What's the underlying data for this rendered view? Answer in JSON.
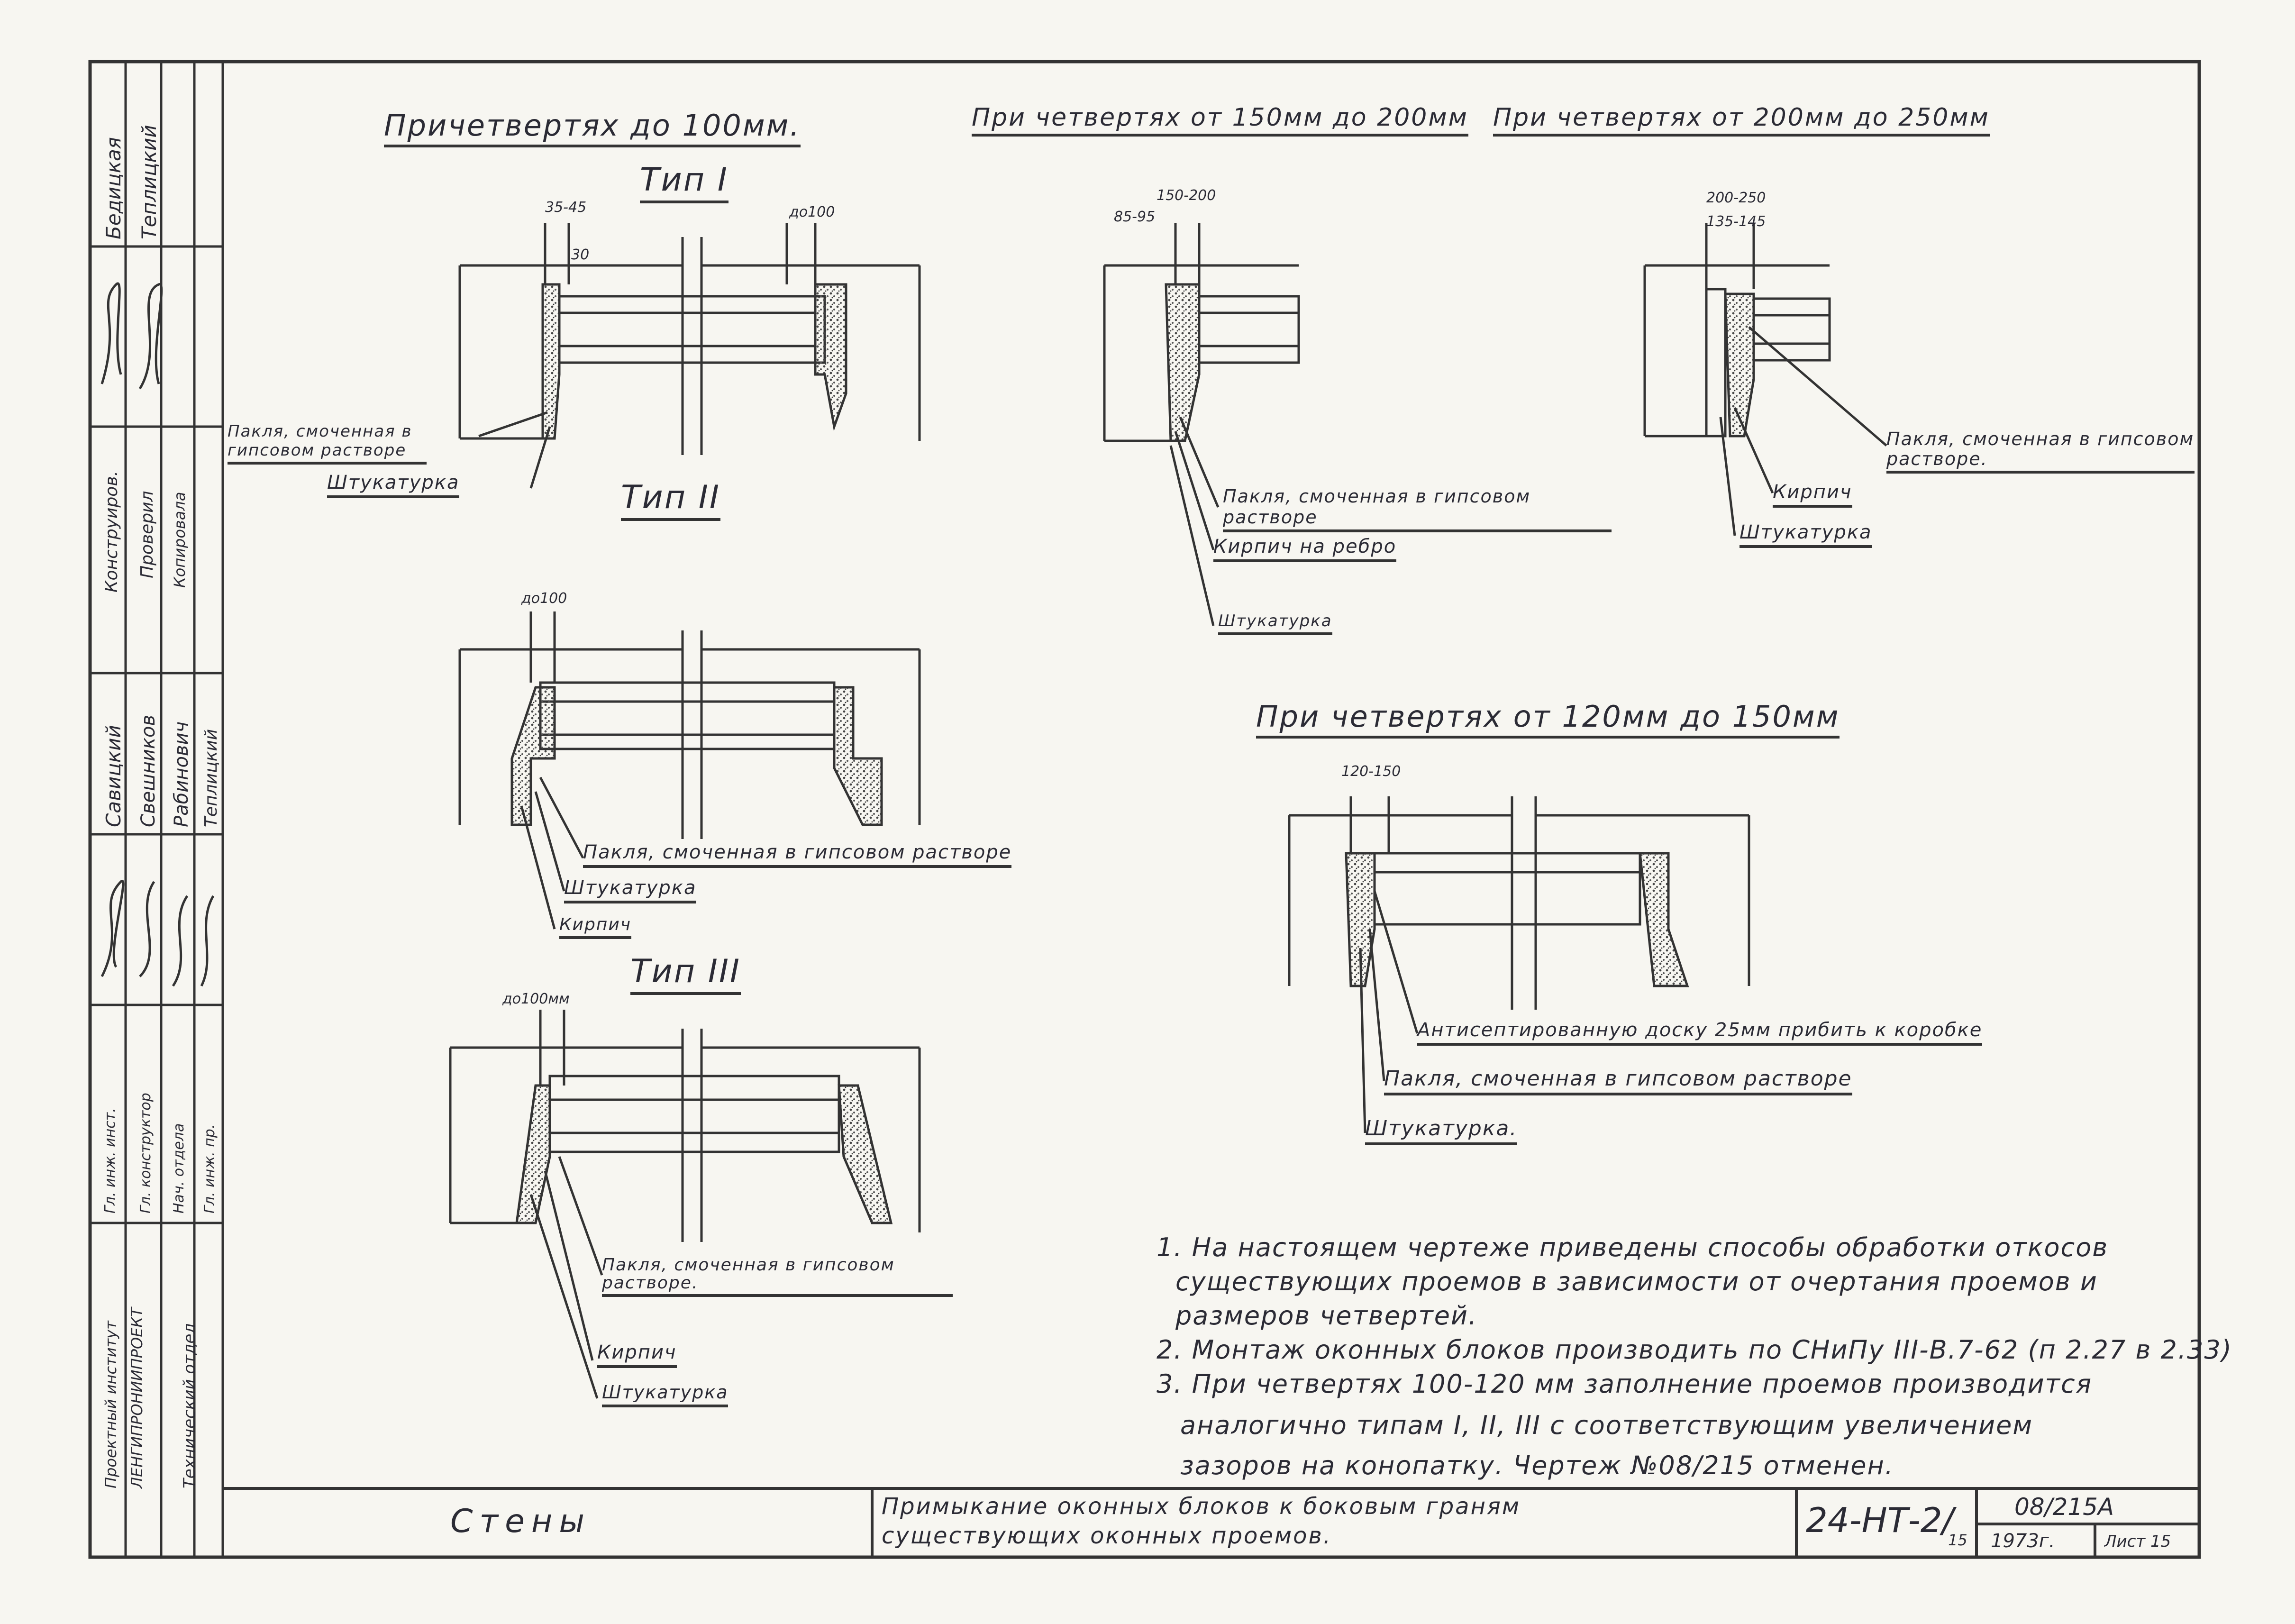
{
  "headings": {
    "h_100": "Причетвертях до 100мм.",
    "h_150_200": "При четвертях от 150мм до 200мм",
    "h_200_250": "При четвертях от 200мм до 250мм",
    "h_120_150": "При четвертях от 120мм до 150мм",
    "type1": "Тип I",
    "type2": "Тип II",
    "type3": "Тип III"
  },
  "dims": {
    "d_35_45": "35-45",
    "d_30": "30",
    "d_do100_a": "до100",
    "d_150_200": "150-200",
    "d_85_95": "85-95",
    "d_200_250": "200-250",
    "d_135_145": "135-145",
    "d_do100_b": "до100",
    "d_do100mm": "до100мм",
    "d_120_150": "120-150"
  },
  "labels": {
    "t1_paklya": "Пакля, смоченная в гипсовом растворе",
    "t1_shtuk": "Штукатурка",
    "a_paklya": "Пакля, смоченная в гипсовом растворе",
    "a_kirpich": "Кирпич на ребро",
    "a_shtuk": "Штукатурка",
    "b_paklya": "Пакля, смоченная в гипсовом растворе.",
    "b_kirpich": "Кирпич",
    "b_shtuk": "Штукатурка",
    "t2_paklya": "Пакля, смоченная в гипсовом растворе",
    "t2_shtuk": "Штукатурка",
    "t2_kirpich": "Кирпич",
    "c_doska": "Антисептированную доску 25мм прибить к коробке",
    "c_paklya": "Пакля, смоченная в гипсовом растворе",
    "c_shtuk": "Штукатурка.",
    "t3_paklya": "Пакля, смоченная в гипсовом растворе.",
    "t3_kirpich": "Кирпич",
    "t3_shtuk": "Штукатурка"
  },
  "notes": [
    "1. На настоящем чертеже приведены способы обработки откосов",
    "существующих проемов в зависимости от очертания проемов и",
    "размеров четвертей.",
    "2. Монтаж оконных блоков производить по СНиПу III-В.7-62 (п 2.27 в 2.33)",
    "3. При четвертях 100-120 мм заполнение проемов производится",
    "аналогично типам I, II, III с соответствующим увеличением",
    "зазоров на конопатку. Чертеж №08/215 отменен."
  ],
  "title_block": {
    "section": "Стены",
    "description_1": "Примыкание оконных блоков к боковым граням",
    "description_2": "существующих оконных проемов.",
    "code": "24-НТ-2/",
    "sub_code": "15",
    "drawing_no": "08/215А",
    "year": "1973г.",
    "sheet": "Лист 15"
  },
  "side_stamp": {
    "role_konstruiroval": "Конструиров.",
    "role_proveril": "Проверил",
    "role_kopiroval": "Копировала",
    "name_1": "Бедицкая",
    "name_2": "Теплицкий",
    "name_3": "Савицкий",
    "name_4": "Свешников",
    "name_5": "Рабинович",
    "name_6": "Теплицкий",
    "role_gl_inzh": "Гл. инж. инст.",
    "role_gl_konstr": "Гл. конструктор",
    "role_nach_otdela": "Нач. отдела",
    "role_gl_inzh_pr": "Гл. инж. пр.",
    "institute_1": "Проектный институт",
    "institute_2": "ЛЕНГИПРОНИИПРОЕКТ",
    "department": "Технический отдел"
  }
}
